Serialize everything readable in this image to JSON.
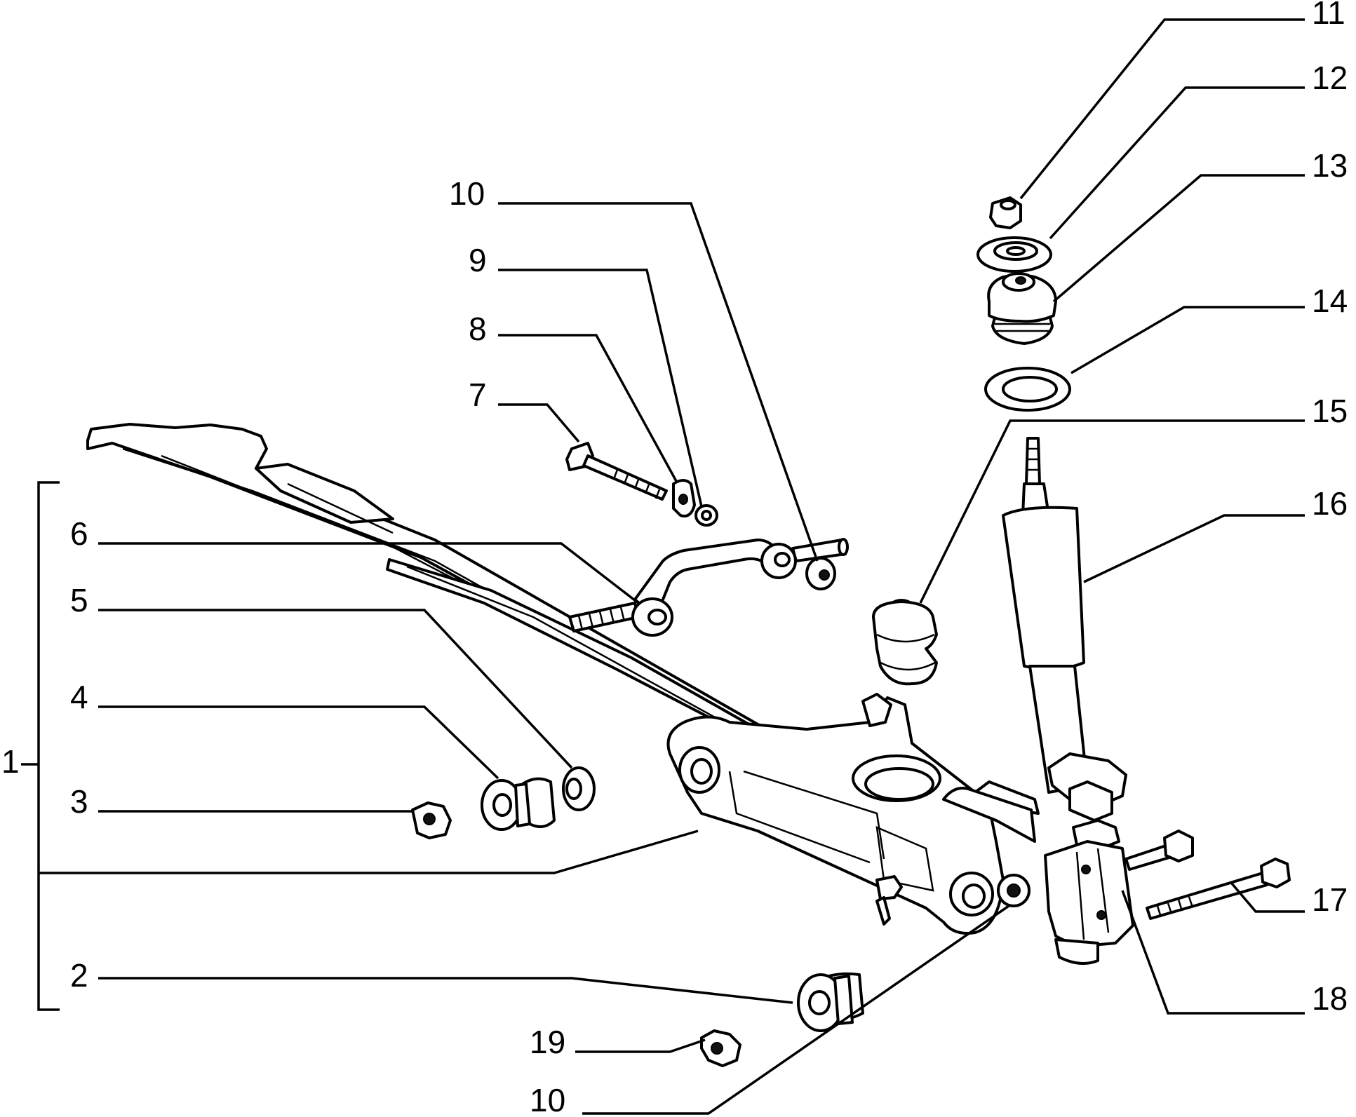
{
  "diagram": {
    "callouts": {
      "c1": "1",
      "c2": "2",
      "c3": "3",
      "c4": "4",
      "c5": "5",
      "c6": "6",
      "c7": "7",
      "c8": "8",
      "c9": "9",
      "c10_top": "10",
      "c10_bottom": "10",
      "c11": "11",
      "c12": "12",
      "c13": "13",
      "c14": "14",
      "c15": "15",
      "c16": "16",
      "c17": "17",
      "c18": "18",
      "c19": "19"
    }
  }
}
